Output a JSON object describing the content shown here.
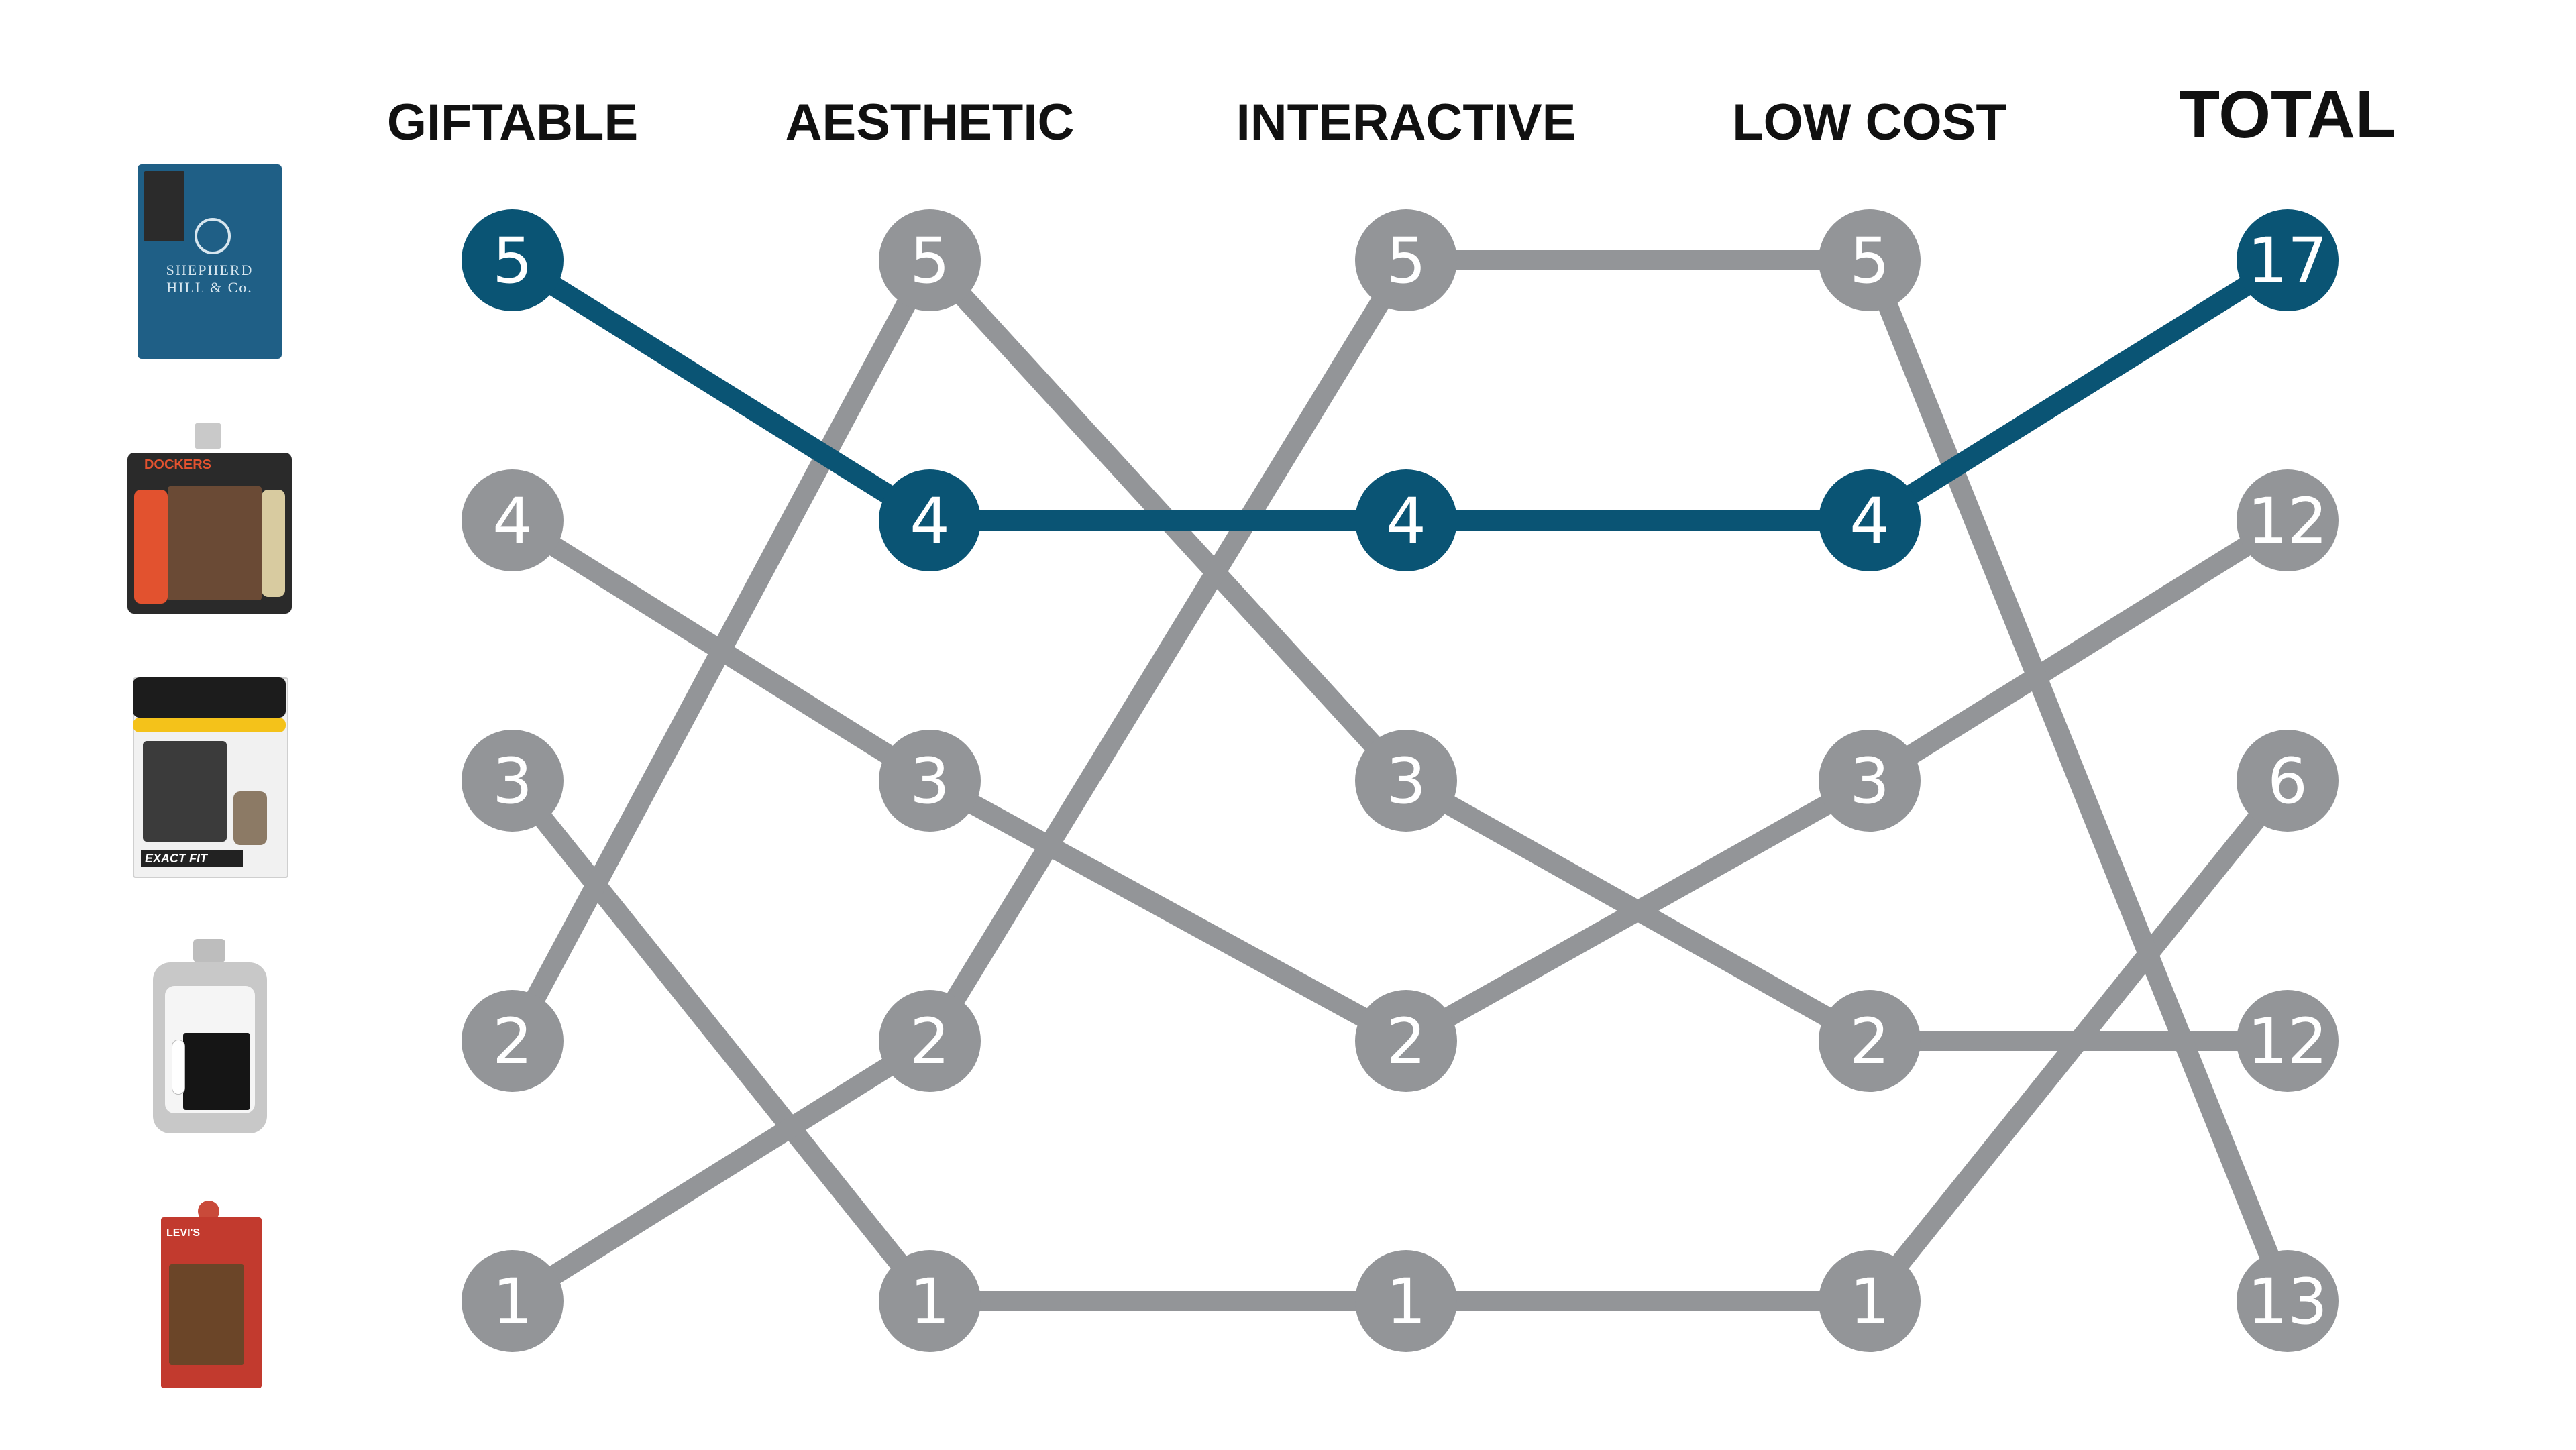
{
  "headers": [
    "GIFTABLE",
    "AESTHETIC",
    "INTERACTIVE",
    "LOW COST",
    "TOTAL"
  ],
  "products": [
    {
      "name": "shepherd-hill-wallet",
      "brand_text": "SHEPHERD HILL & Co.",
      "scores": [
        5,
        4,
        4,
        4
      ],
      "total": 17,
      "highlight": true
    },
    {
      "name": "dockers-wallet",
      "brand_text": "DOCKERS",
      "scores": [
        4,
        3,
        2,
        3
      ],
      "total": 12,
      "highlight": false
    },
    {
      "name": "exact-fit-wallet",
      "brand_text": "EXACT FIT",
      "scores": [
        3,
        1,
        1,
        1
      ],
      "total": 6,
      "highlight": false
    },
    {
      "name": "card-holder-wallet",
      "brand_text": "",
      "scores": [
        2,
        5,
        3,
        2
      ],
      "total": 12,
      "highlight": false
    },
    {
      "name": "levis-wallet",
      "brand_text": "LEVI'S",
      "scores": [
        1,
        2,
        5,
        5
      ],
      "total": 13,
      "highlight": false
    }
  ],
  "total_levels": [
    "17",
    "12",
    "6",
    "12",
    "13"
  ],
  "colors": {
    "highlight": "#0a5474",
    "base": "#939598",
    "text": "#ffffff",
    "header": "#111111"
  }
}
